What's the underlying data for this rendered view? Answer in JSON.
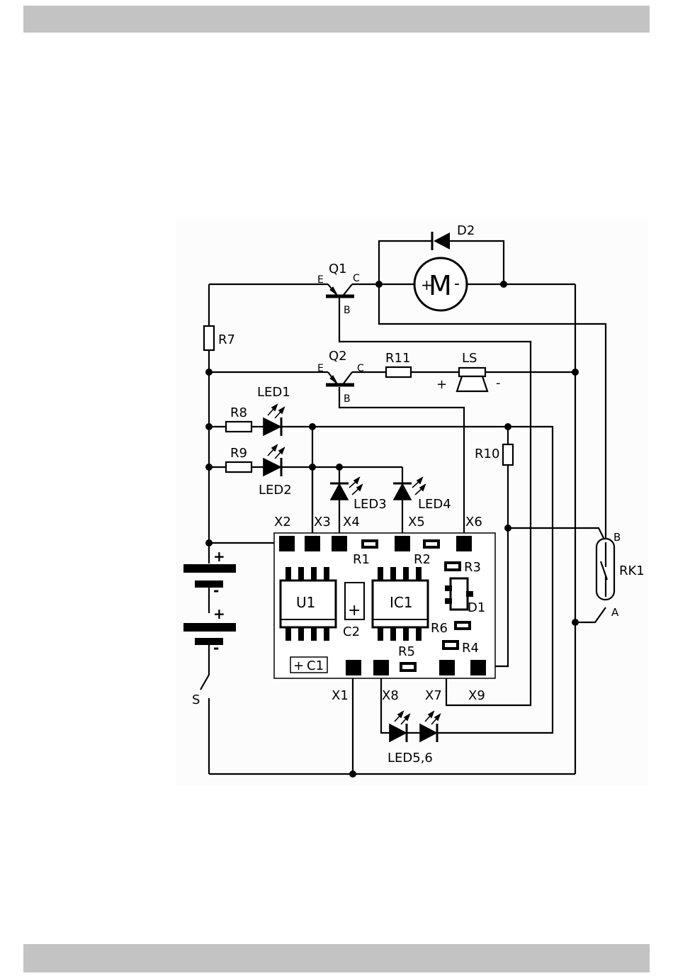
{
  "header_bar": {},
  "footer_bar": {},
  "diagram": {
    "labels": {
      "Q1": "Q1",
      "Q2": "Q2",
      "E": "E",
      "C": "C",
      "B": "B",
      "D2": "D2",
      "M": "M",
      "R7": "R7",
      "R8": "R8",
      "R9": "R9",
      "R10": "R10",
      "R11": "R11",
      "LS": "LS",
      "LS_plus": "+",
      "LS_minus": "-",
      "LED1": "LED1",
      "LED2": "LED2",
      "LED3": "LED3",
      "LED4": "LED4",
      "LED56": "LED5,6",
      "X1": "X1",
      "X2": "X2",
      "X3": "X3",
      "X4": "X4",
      "X5": "X5",
      "X6": "X6",
      "X7": "X7",
      "X8": "X8",
      "X9": "X9",
      "R1": "R1",
      "R2": "R2",
      "R3": "R3",
      "R4": "R4",
      "R5": "R5",
      "R6": "R6",
      "D1": "D1",
      "U1": "U1",
      "IC1": "IC1",
      "C2": "C2",
      "C1": "C1",
      "plus": "+",
      "minus": "-",
      "RK1": "RK1",
      "RK_A": "A",
      "RK_B": "B",
      "S": "S"
    }
  }
}
